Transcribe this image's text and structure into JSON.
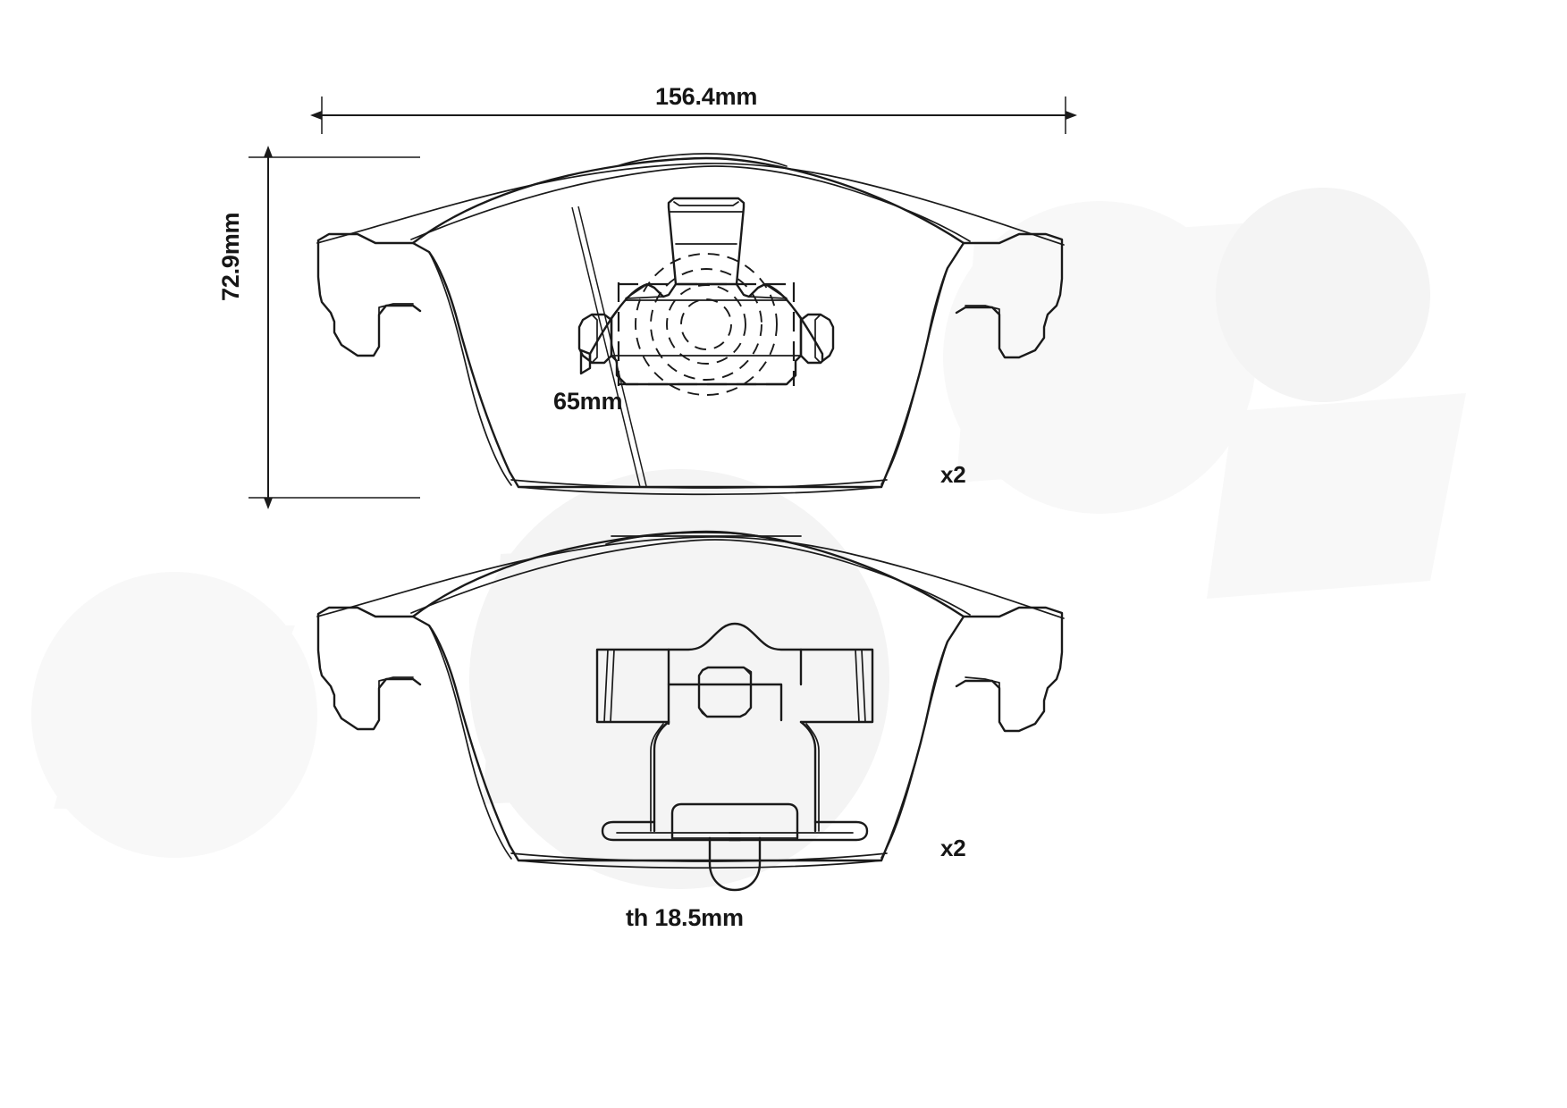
{
  "drawing": {
    "type": "technical-dimension-drawing",
    "subject": "brake-pad-set",
    "background_color": "#ffffff",
    "line_color": "#1a1a1a",
    "watermark_color": "#f6f6f6"
  },
  "dimensions": {
    "width_label": "156.4mm",
    "height_label": "72.9mm",
    "chord_label": "65mm",
    "thickness_label": "th 18.5mm"
  },
  "quantities": {
    "top_pad": "x2",
    "bottom_pad": "x2"
  },
  "views": [
    {
      "name": "upper-pad-view",
      "quantity": "x2",
      "features": [
        "backing-plate",
        "wear-sensor-boss",
        "concentric-rings",
        "side-ears",
        "retaining-clip"
      ]
    },
    {
      "name": "lower-pad-view",
      "quantity": "x2",
      "features": [
        "backing-plate",
        "spring-clip",
        "square-aperture",
        "side-ears"
      ]
    }
  ]
}
